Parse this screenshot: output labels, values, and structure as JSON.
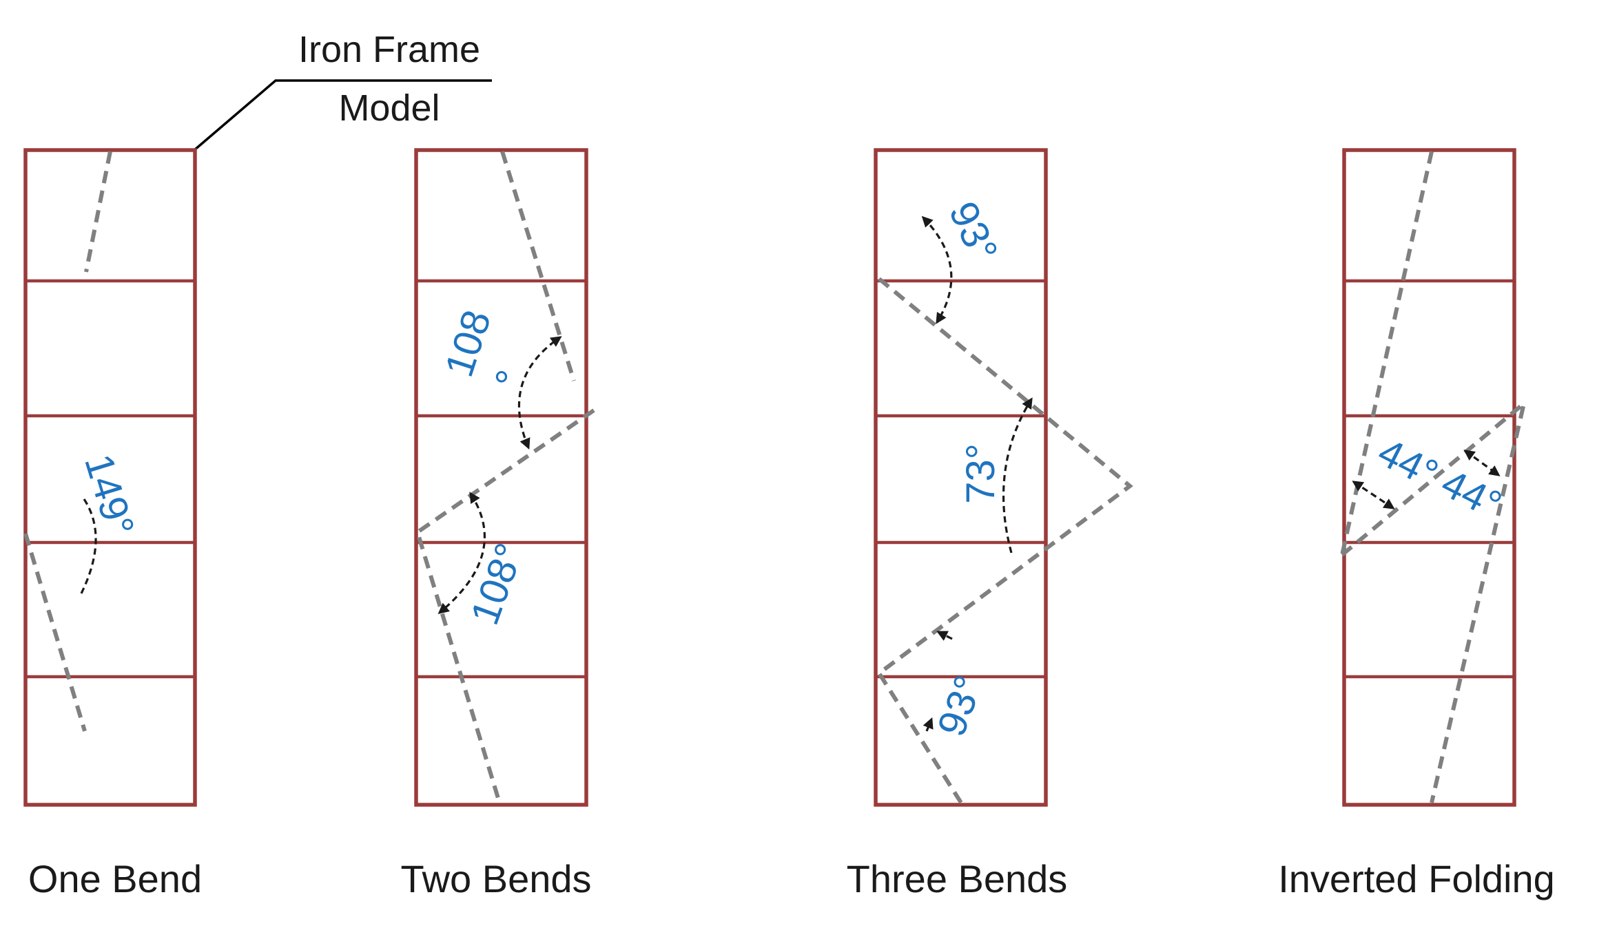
{
  "callout": {
    "line1": "Iron Frame",
    "line2": "Model"
  },
  "panels": [
    {
      "caption": "One Bend",
      "angles": [
        "149°"
      ]
    },
    {
      "caption": "Two Bends",
      "angles": [
        "108",
        "°",
        "108°"
      ]
    },
    {
      "caption": "Three Bends",
      "angles": [
        "93°",
        "73°",
        "93°"
      ]
    },
    {
      "caption": "Inverted Folding",
      "angles": [
        "44°",
        "44°"
      ]
    }
  ],
  "colors": {
    "frame": "#9b3b3b",
    "fold_line": "#808080",
    "angle_label": "#1f74bf"
  }
}
